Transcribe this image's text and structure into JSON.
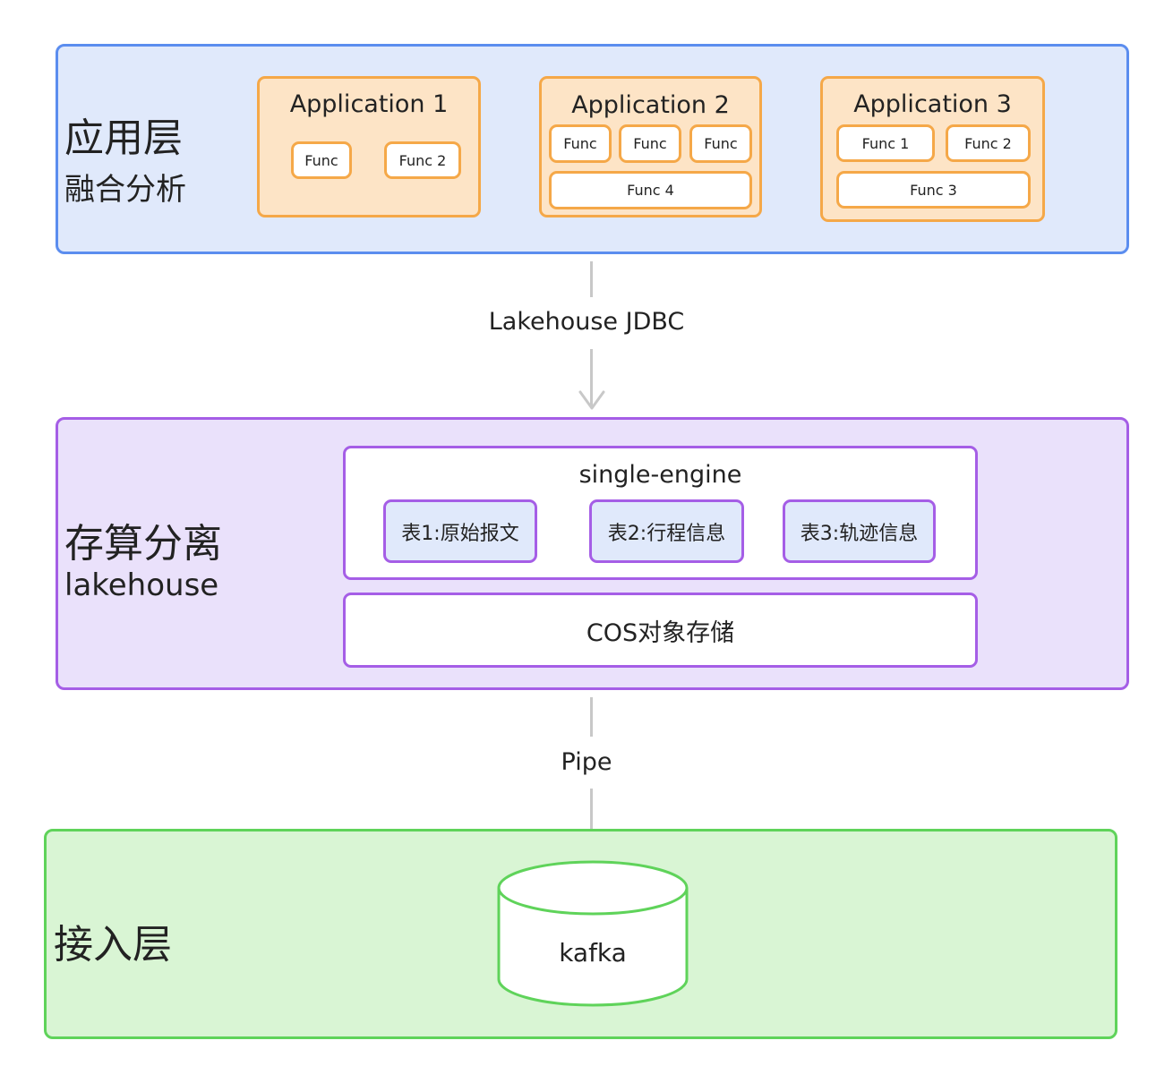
{
  "app_layer": {
    "title": "应用层",
    "subtitle": "融合分析",
    "applications": [
      {
        "title": "Application 1",
        "funcs": [
          "Func",
          "Func 2"
        ]
      },
      {
        "title": "Application 2",
        "funcs": [
          "Func",
          "Func",
          "Func",
          "Func 4"
        ]
      },
      {
        "title": "Application 3",
        "funcs": [
          "Func 1",
          "Func 2",
          "Func 3"
        ]
      }
    ]
  },
  "connector_top": {
    "label": "Lakehouse JDBC"
  },
  "lakehouse_layer": {
    "title": "存算分离",
    "subtitle": "lakehouse",
    "engine": {
      "title": "single-engine",
      "tables": [
        "表1:原始报文",
        "表2:行程信息",
        "表3:轨迹信息"
      ]
    },
    "storage": "COS对象存储"
  },
  "connector_bottom": {
    "label": "Pipe"
  },
  "ingest_layer": {
    "title": "接入层",
    "source": "kafka"
  },
  "colors": {
    "app_fill": "#e0e9fb",
    "app_border": "#5b8def",
    "orange_fill": "#fde4c6",
    "orange_border": "#f5a848",
    "lake_fill": "#eae1fb",
    "lake_border": "#a55ee6",
    "ingest_fill": "#d9f5d4",
    "ingest_border": "#5fd35a",
    "connector": "#c8c8c8"
  }
}
